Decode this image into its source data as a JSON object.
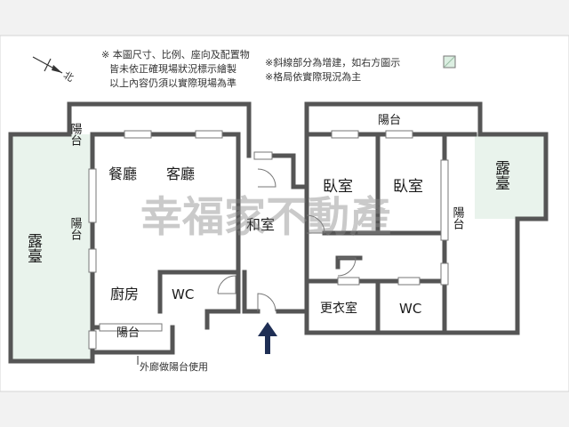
{
  "compass": {
    "label": "北"
  },
  "notes": {
    "left": [
      "※ 本圖尺寸、比例、座向及配置物",
      "皆未依正確現場狀況標示繪製",
      "以上內容仍須以實際現場為準"
    ],
    "right": [
      "※斜線部分為增建，如右方圖示",
      "※格局依實際現況為主"
    ]
  },
  "rooms": {
    "balcony_top_left": "陽台",
    "dining": "餐廳",
    "living": "客廳",
    "balcony_left": "陽台",
    "terrace_left": "露臺",
    "kitchen": "廚房",
    "wc_left": "WC",
    "balcony_bottom": "陽台",
    "washitsu": "和室",
    "balcony_top_right": "陽台",
    "bedroom_1": "臥室",
    "bedroom_2": "臥室",
    "balcony_right": "陽台",
    "terrace_right": "露臺",
    "walkin_closet": "更衣室",
    "wc_right": "WC"
  },
  "corridor_note": "外廊做陽台使用",
  "watermark": "幸福家不動產",
  "colors": {
    "wall": "#555555",
    "terrace": "#e9f3ec",
    "entrance_arrow": "#1f2f55",
    "legend_swatch": "#dcefe2"
  }
}
